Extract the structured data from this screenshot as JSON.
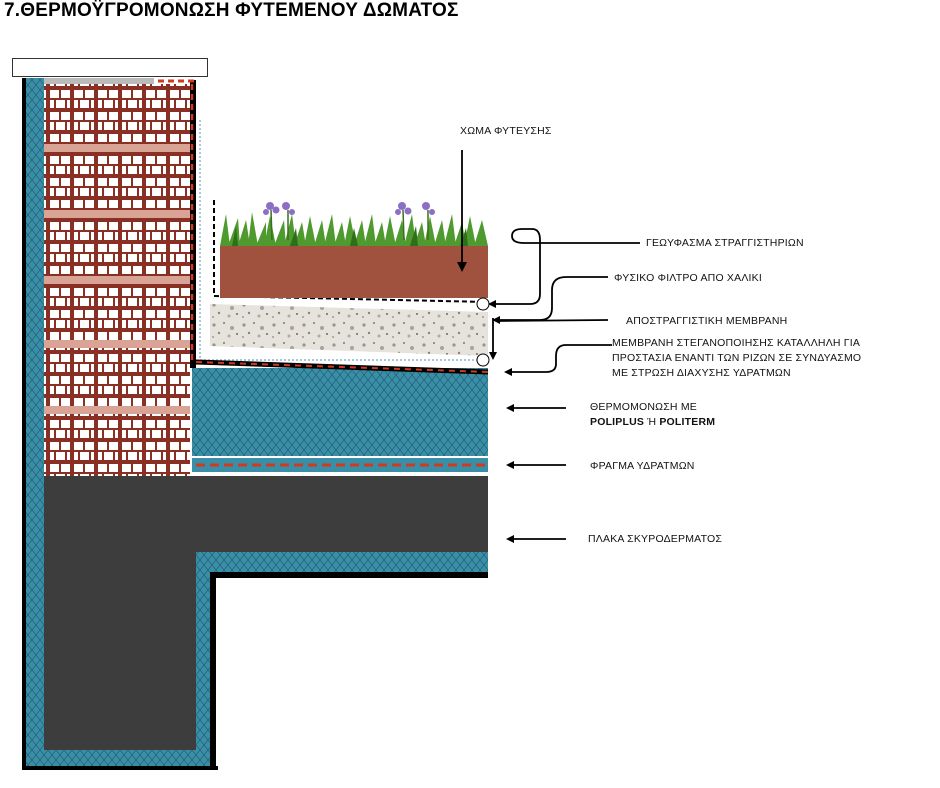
{
  "title": "7.ΘΕΡΜΟΫΓΡΟΜΟΝΩΣΗ ΦΥΤΕΜΕΝΟΥ ΔΩΜΑΤΟΣ",
  "labels": {
    "soil": "ΧΩΜΑ ΦΥΤΕΥΣΗΣ",
    "geotextile": "ΓΕΩΥΦΑΣΜΑ ΣΤΡΑΓΓΙΣΤΗΡΙΩΝ",
    "gravel_filter": "ΦΥΣΙΚΟ ΦΙΛΤΡΟ ΑΠΟ ΧΑΛΙΚΙ",
    "drainage_membrane": "ΑΠΟΣΤΡΑΓΓΙΣΤΙΚΗ ΜΕΜΒΡΑΝΗ",
    "root_membrane_line1": "ΜΕΜΒΡΑΝΗ ΣΤΕΓΑΝΟΠΟΙΗΣΗΣ ΚΑΤΑΛΛΗΛΗ ΓΙΑ",
    "root_membrane_line2": "ΠΡΟΣΤΑΣΙΑ ΕΝΑΝΤΙ ΤΩΝ ΡΙΖΩΝ ΣΕ ΣΥΝΔΥΑΣΜΟ",
    "root_membrane_line3": "ΜΕ ΣΤΡΩΣΗ ΔΙΑΧΥΣΗΣ ΥΔΡΑΤΜΩΝ",
    "insulation_line1": "ΘΕΡΜΟΜΟΝΩΣΗ ΜΕ",
    "insulation_product1": "POLIPLUS",
    "insulation_or": " Ή ",
    "insulation_product2": "POLITERM",
    "vapour_barrier": "ΦΡΑΓΜΑ ΥΔΡΑΤΜΩΝ",
    "concrete_slab": "ΠΛΑΚΑ ΣΚΥΡΟΔΕΡΜΑΤΟΣ"
  },
  "colors": {
    "insulation": "#3a8fa8",
    "brick": "#d9a396",
    "brick_mortar": "#8a2f24",
    "concrete": "#3d3d3d",
    "soil": "#a0523f",
    "gravel": "#e6e2dc",
    "grass": "#4f9a2f",
    "flower": "#8c6fc4",
    "membrane_red": "#d03a1e"
  }
}
